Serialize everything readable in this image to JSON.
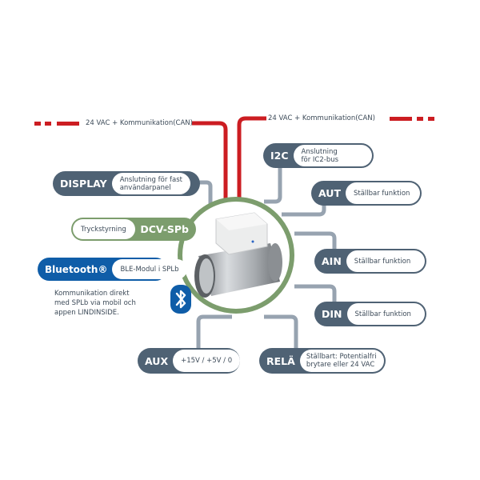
{
  "power_lines": [
    {
      "label": "24 VAC + Kommunikation(CAN)",
      "side": "left"
    },
    {
      "label": "24 VAC + Kommunikation(CAN)",
      "side": "right"
    }
  ],
  "connectors": {
    "display": {
      "tag": "DISPLAY",
      "desc_line1": "Anslutning för fast",
      "desc_line2": "användarpanel"
    },
    "i2c": {
      "tag": "I2C",
      "desc_line1": "Anslutning",
      "desc_line2": "för IC2-bus"
    },
    "aut": {
      "tag": "AUT",
      "desc": "Ställbar funktion"
    },
    "dcv": {
      "tag": "DCV-SPb",
      "desc": "Tryckstyrning"
    },
    "bluetooth": {
      "tag": "Bluetooth®",
      "desc": "BLE-Modul i SPLb"
    },
    "ain": {
      "tag": "AIN",
      "desc": "Ställbar funktion"
    },
    "din": {
      "tag": "DIN",
      "desc": "Ställbar funktion"
    },
    "aux": {
      "tag": "AUX",
      "desc": "+15V / +5V / 0"
    },
    "rela": {
      "tag": "RELÄ",
      "desc_line1": "Ställbart: Potentialfri",
      "desc_line2": "brytare eller 24 VAC"
    }
  },
  "bluetooth_note": {
    "line1": "Kommunikation direkt",
    "line2": "med SPLb via mobil och",
    "line3": "appen LINDINSIDE."
  },
  "colors": {
    "power": "#cc1d22",
    "wire": "#97a3b0",
    "dark_pill": "#4f6274",
    "green": "#7c9d6d",
    "bluetooth": "#0f5da8"
  },
  "device": {
    "name": "damper-with-actuator"
  }
}
